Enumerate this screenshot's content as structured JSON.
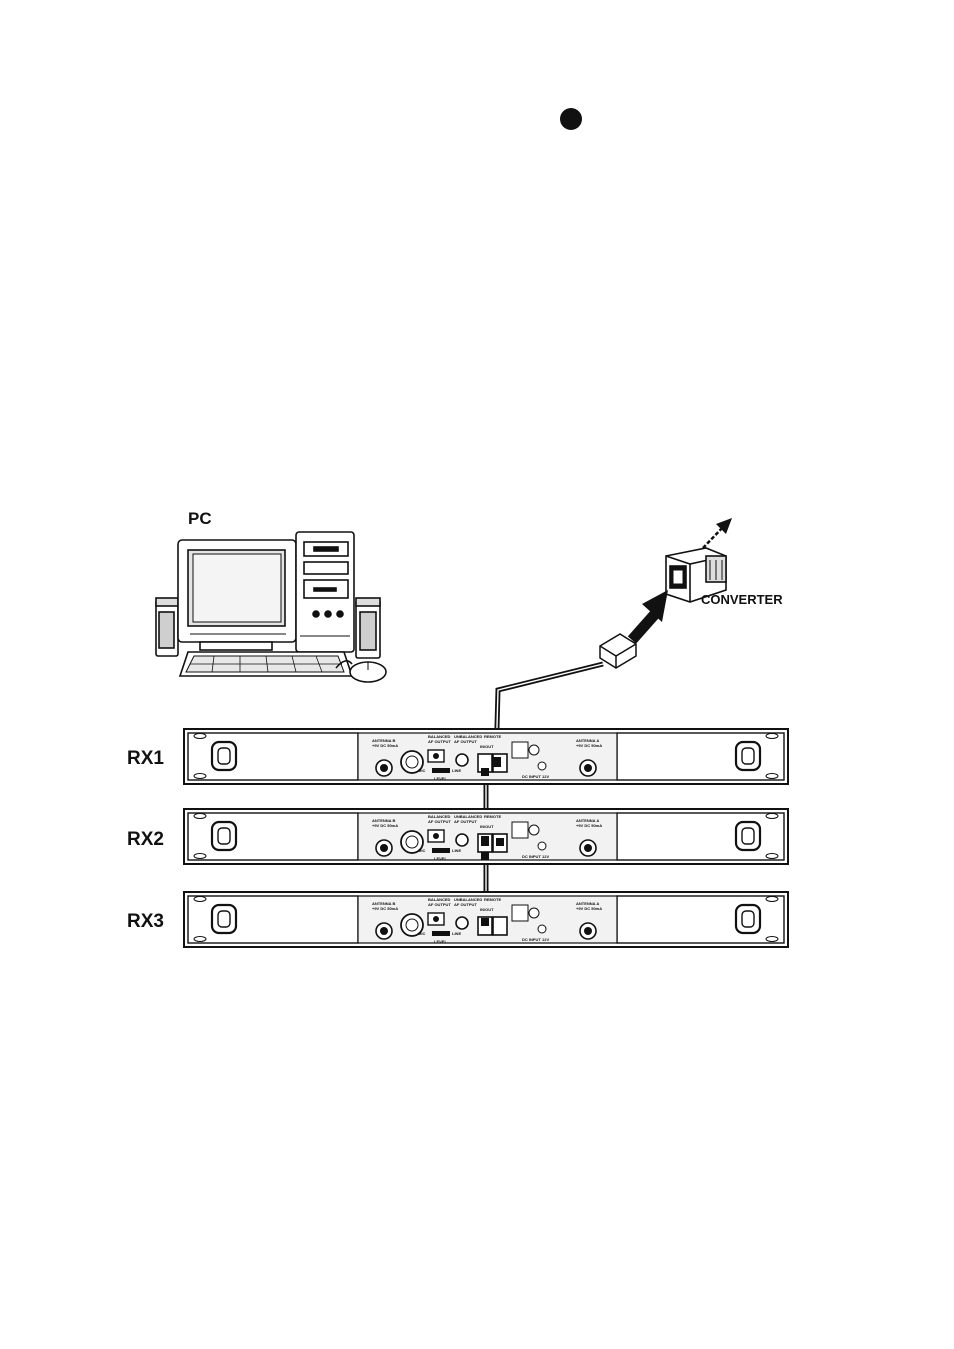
{
  "labels": {
    "pc": "PC",
    "converter": "CONVERTER",
    "rx1": "RX1",
    "rx2": "RX2",
    "rx3": "RX3"
  },
  "panel_text": {
    "antenna_b": "ANTENNA B",
    "antenna_a": "ANTENNA A",
    "antenna_power": "+9V DC 50mA",
    "balanced": "BALANCED",
    "unbalanced": "UNBALANCED",
    "af_output": "AF OUTPUT",
    "remote": "REMOTE",
    "in_out": "IN/OUT",
    "mic": "MIC",
    "line": "LINE",
    "level": "LEVEL",
    "dc_input": "DC INPUT 12V"
  },
  "colors": {
    "ink": "#111111",
    "page": "#ffffff",
    "panel": "#f2f2f2"
  },
  "icons": {
    "bullet": "filled-circle",
    "computer": "desktop-pc",
    "converter": "serial-converter",
    "arrow": "arrow-up-right"
  }
}
